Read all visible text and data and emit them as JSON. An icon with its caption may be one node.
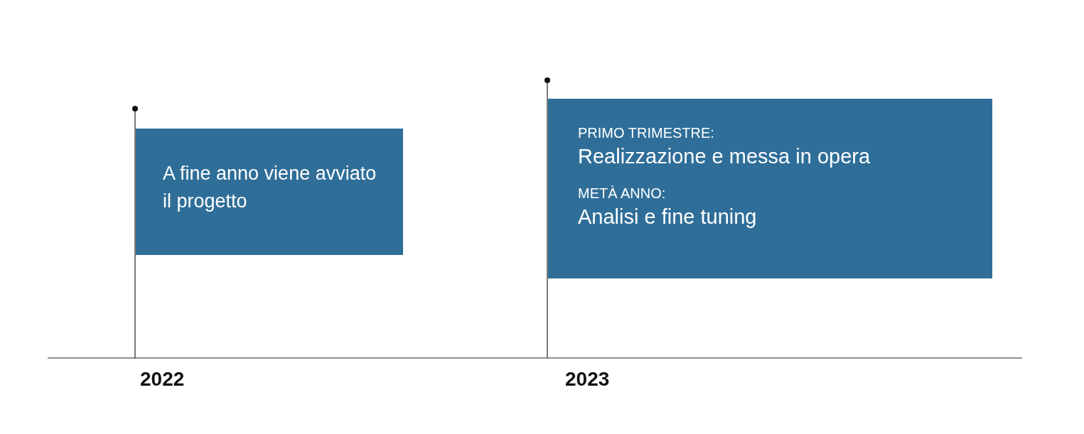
{
  "diagram": {
    "nodes": [
      {
        "text": [
          "A fine anno viene avviato il progetto"
        ]
      },
      {
        "text": [
          "PRIMO TRIMESTRE:",
          "Realizzazione e messa in opera",
          "METÀ ANNO:",
          "Analisi e fine tuning"
        ]
      }
    ],
    "labels": [
      "2022",
      "2023"
    ]
  }
}
